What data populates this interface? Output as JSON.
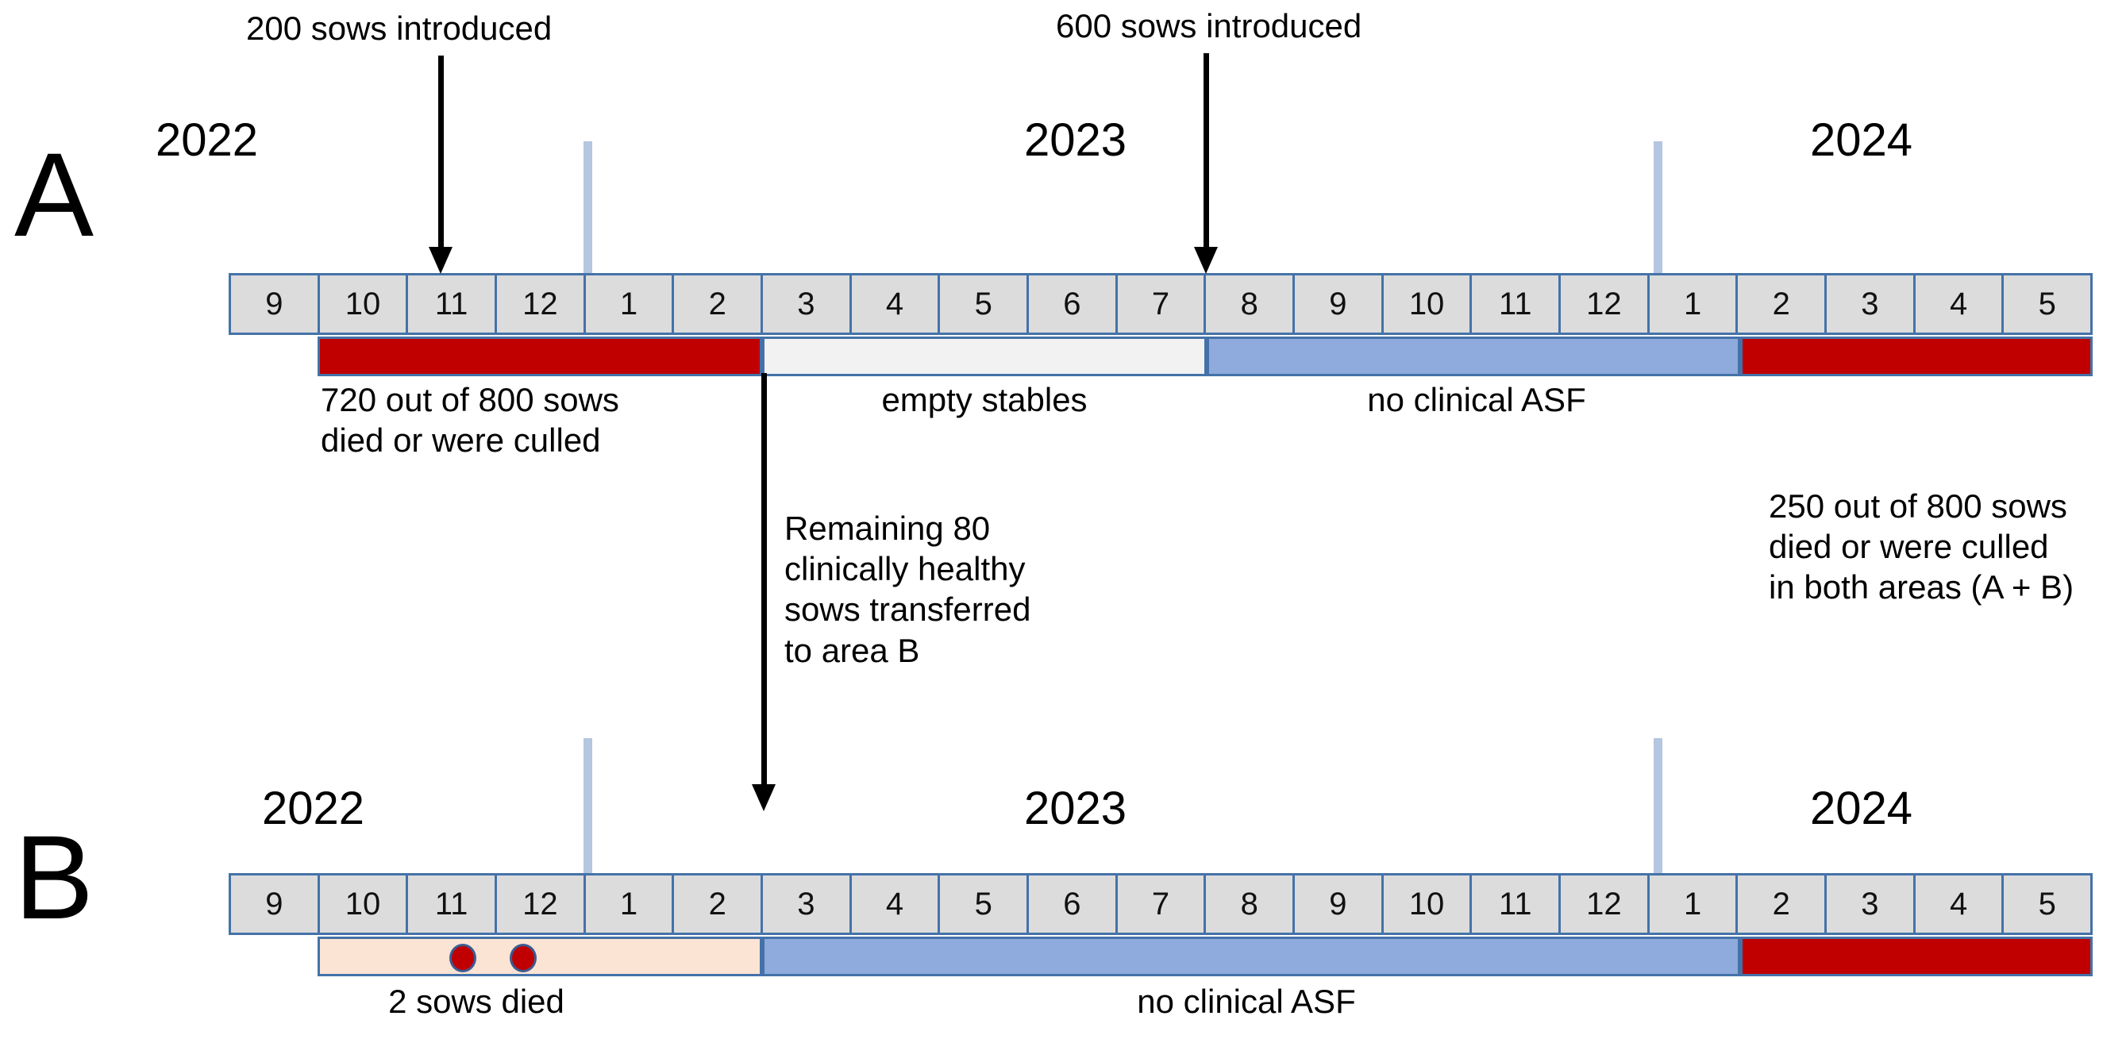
{
  "figure": {
    "type": "timeline-diagram",
    "background": "#ffffff",
    "colors": {
      "cell_fill": "#dcdcdc",
      "cell_border": "#4472a8",
      "outbreak_red": "#c00000",
      "empty_grey": "#f2f2f2",
      "healthy_blue": "#8faadc",
      "mild_peach": "#fce4d4",
      "year_divider": "#b4c6e0",
      "arrow": "#000000"
    }
  },
  "panels": [
    {
      "letter": "A",
      "years": [
        {
          "label": "2022"
        },
        {
          "label": "2023"
        },
        {
          "label": "2024"
        }
      ],
      "months": [
        "9",
        "10",
        "11",
        "12",
        "1",
        "2",
        "3",
        "4",
        "5",
        "6",
        "7",
        "8",
        "9",
        "10",
        "11",
        "12",
        "1",
        "2",
        "3",
        "4",
        "5"
      ],
      "status_bars": [
        {
          "name": "outbreak",
          "color": "red",
          "start_month": "10 (2022)",
          "end_month": "2 (2023)",
          "label": ""
        },
        {
          "name": "empty-stables",
          "color": "empty",
          "start_month": "3 (2023)",
          "end_month": "7 (2023)",
          "label": "empty stables"
        },
        {
          "name": "no-clinical-asf",
          "color": "blue",
          "start_month": "8 (2023)",
          "end_month": "1 (2024)",
          "label": "no clinical  ASF"
        },
        {
          "name": "second-outbreak",
          "color": "red",
          "start_month": "2 (2024)",
          "end_month": "5 (2024)",
          "label": ""
        }
      ],
      "annotations": [
        {
          "name": "sows-introduced-200",
          "text": "200 sows introduced",
          "target_month": "11 (2022)"
        },
        {
          "name": "sows-introduced-600",
          "text": "600 sows introduced",
          "target_month": "8 (2023)"
        },
        {
          "name": "mortality-a",
          "text": "720 out of  800 sows\ndied or were culled"
        },
        {
          "name": "mortality-both",
          "text": "250 out of  800 sows\ndied or were culled\nin both areas (A + B)"
        },
        {
          "name": "transfer-to-b",
          "text": "Remaining 80\nclinically healthy\nsows transferred\nto area B"
        }
      ]
    },
    {
      "letter": "B",
      "years": [
        {
          "label": "2022"
        },
        {
          "label": "2023"
        },
        {
          "label": "2024"
        }
      ],
      "months": [
        "9",
        "10",
        "11",
        "12",
        "1",
        "2",
        "3",
        "4",
        "5",
        "6",
        "7",
        "8",
        "9",
        "10",
        "11",
        "12",
        "1",
        "2",
        "3",
        "4",
        "5"
      ],
      "status_bars": [
        {
          "name": "mild-event",
          "color": "peach",
          "start_month": "10 (2022)",
          "end_month": "2 (2023)",
          "label": "2 sows died",
          "event_dots": 2
        },
        {
          "name": "no-clinical-asf",
          "color": "blue",
          "start_month": "3 (2023)",
          "end_month": "1 (2024)",
          "label": "no clinical  ASF"
        },
        {
          "name": "outbreak",
          "color": "red",
          "start_month": "2 (2024)",
          "end_month": "5 (2024)",
          "label": ""
        }
      ]
    }
  ],
  "labels": {
    "a_letter": "A",
    "b_letter": "B",
    "a_year_2022": "2022",
    "a_year_2023": "2023",
    "a_year_2024": "2024",
    "b_year_2022": "2022",
    "b_year_2023": "2023",
    "b_year_2024": "2024",
    "anno_200": "200 sows introduced",
    "anno_600": "600 sows introduced",
    "anno_mortality_a": "720 out of  800 sows\ndied or were culled",
    "anno_empty_stables": "empty stables",
    "anno_no_asf_a": "no clinical  ASF",
    "anno_mortality_both": "250 out of  800 sows\ndied or were culled\nin both areas (A + B)",
    "anno_transfer": "Remaining 80\nclinically healthy\nsows transferred\nto area B",
    "anno_2_sows": "2 sows died",
    "anno_no_asf_b": "no clinical  ASF"
  }
}
